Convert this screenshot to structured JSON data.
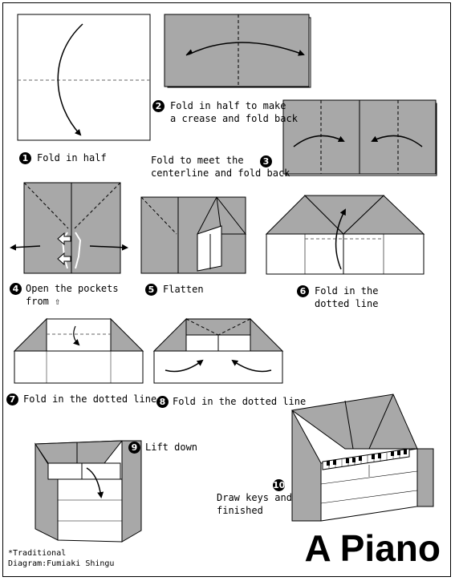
{
  "title": "A Piano",
  "credit": {
    "line1": "*Traditional",
    "line2": "Diagram:Fumiaki Shingu"
  },
  "steps": [
    {
      "num": "1",
      "lines": [
        "Fold in half"
      ]
    },
    {
      "num": "2",
      "lines": [
        "Fold in half to make",
        " a crease and fold back"
      ]
    },
    {
      "num": "3",
      "lines": [
        "Fold to meet the",
        "centerline and fold back"
      ]
    },
    {
      "num": "4",
      "lines": [
        "Open the pockets",
        "from ⇧"
      ]
    },
    {
      "num": "5",
      "lines": [
        "Flatten"
      ]
    },
    {
      "num": "6",
      "lines": [
        "Fold in the",
        "dotted line"
      ]
    },
    {
      "num": "7",
      "lines": [
        "Fold in the dotted line"
      ]
    },
    {
      "num": "8",
      "lines": [
        "Fold in the dotted line"
      ]
    },
    {
      "num": "9",
      "lines": [
        "Lift down"
      ]
    },
    {
      "num": "10",
      "lines": [
        "Draw keys and",
        "finished"
      ]
    }
  ],
  "colors": {
    "paper_gray": "#a8a8a8",
    "paper_white": "#ffffff",
    "line": "#000000"
  }
}
